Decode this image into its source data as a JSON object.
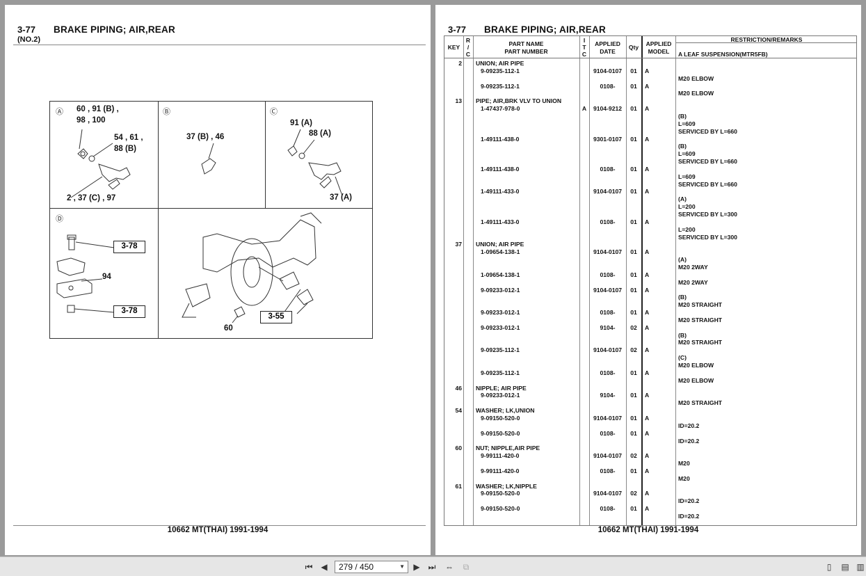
{
  "document": {
    "section_code": "3-77",
    "section_title": "BRAKE PIPING; AIR,REAR",
    "sub_title": "(NO.2)",
    "footer": "10662 MT(THAI) 1991-1994"
  },
  "diagram": {
    "cell_labels": [
      "Ⓐ",
      "Ⓑ",
      "Ⓒ",
      "Ⓓ"
    ],
    "callouts": {
      "a1": "60 , 91 (B) ,",
      "a2": "98 , 100",
      "a3": "54 , 61 ,",
      "a4": "88 (B)",
      "a5": "2 , 37 (C) , 97",
      "b1": "37 (B) , 46",
      "c1": "91 (A)",
      "c2": "88 (A)",
      "c3": "37 (A)",
      "d1": "94",
      "main1": "60"
    },
    "ref_boxes": {
      "d_top": "3-78",
      "d_bottom": "3-78",
      "main": "3-55"
    }
  },
  "table": {
    "headers": {
      "key": "KEY",
      "rc": [
        "R",
        "/",
        "C"
      ],
      "part_name": "PART NAME",
      "part_number": "PART NUMBER",
      "itc": [
        "I",
        "T",
        "C"
      ],
      "applied_date": [
        "APPLIED",
        "DATE"
      ],
      "qty": "Qty",
      "applied_model": [
        "APPLIED",
        "MODEL"
      ],
      "remarks": "RESTRICTION/REMARKS",
      "remarks_sub": "A LEAF SUSPENSION(MTR5FB)"
    },
    "rows": [
      {
        "key": "2",
        "part": "UNION; AIR PIPE"
      },
      {
        "part": "9-09235-112-1",
        "date": "9104-0107",
        "qty": "01",
        "model": "A"
      },
      {
        "remark": "M20 ELBOW"
      },
      {
        "part": "9-09235-112-1",
        "date": "0108-",
        "qty": "01",
        "model": "A"
      },
      {
        "remark": "M20 ELBOW"
      },
      {
        "key": "13",
        "part": "PIPE; AIR,BRK VLV TO UNION"
      },
      {
        "part": "1-47437-978-0",
        "itc": "A",
        "date": "9104-9212",
        "qty": "01",
        "model": "A"
      },
      {
        "remark": "(B)"
      },
      {
        "remark": "L=609"
      },
      {
        "remark": "SERVICED BY L=660"
      },
      {
        "part": "1-49111-438-0",
        "date": "9301-0107",
        "qty": "01",
        "model": "A"
      },
      {
        "remark": "(B)"
      },
      {
        "remark": "L=609"
      },
      {
        "remark": "SERVICED BY L=660"
      },
      {
        "part": "1-49111-438-0",
        "date": "0108-",
        "qty": "01",
        "model": "A"
      },
      {
        "remark": "L=609"
      },
      {
        "remark": "SERVICED BY L=660"
      },
      {
        "part": "1-49111-433-0",
        "date": "9104-0107",
        "qty": "01",
        "model": "A"
      },
      {
        "remark": "(A)"
      },
      {
        "remark": "L=200"
      },
      {
        "remark": "SERVICED BY L=300"
      },
      {
        "part": "1-49111-433-0",
        "date": "0108-",
        "qty": "01",
        "model": "A"
      },
      {
        "remark": "L=200"
      },
      {
        "remark": "SERVICED BY L=300"
      },
      {
        "key": "37",
        "part": "UNION; AIR PIPE"
      },
      {
        "part": "1-09654-138-1",
        "date": "9104-0107",
        "qty": "01",
        "model": "A"
      },
      {
        "remark": "(A)"
      },
      {
        "remark": "M20 2WAY"
      },
      {
        "part": "1-09654-138-1",
        "date": "0108-",
        "qty": "01",
        "model": "A"
      },
      {
        "remark": "M20 2WAY"
      },
      {
        "part": "9-09233-012-1",
        "date": "9104-0107",
        "qty": "01",
        "model": "A"
      },
      {
        "remark": "(B)"
      },
      {
        "remark": "M20 STRAIGHT"
      },
      {
        "part": "9-09233-012-1",
        "date": "0108-",
        "qty": "01",
        "model": "A"
      },
      {
        "remark": "M20 STRAIGHT"
      },
      {
        "part": "9-09233-012-1",
        "date": "9104-",
        "qty": "02",
        "model": "A"
      },
      {
        "remark": "(B)"
      },
      {
        "remark": "M20 STRAIGHT"
      },
      {
        "part": "9-09235-112-1",
        "date": "9104-0107",
        "qty": "02",
        "model": "A"
      },
      {
        "remark": "(C)"
      },
      {
        "remark": "M20 ELBOW"
      },
      {
        "part": "9-09235-112-1",
        "date": "0108-",
        "qty": "01",
        "model": "A"
      },
      {
        "remark": "M20 ELBOW"
      },
      {
        "key": "46",
        "part": "NIPPLE; AIR PIPE"
      },
      {
        "part": "9-09233-012-1",
        "date": "9104-",
        "qty": "01",
        "model": "A"
      },
      {
        "remark": "M20 STRAIGHT"
      },
      {
        "key": "54",
        "part": "WASHER; LK,UNION"
      },
      {
        "part": "9-09150-520-0",
        "date": "9104-0107",
        "qty": "01",
        "model": "A"
      },
      {
        "remark": "ID=20.2"
      },
      {
        "part": "9-09150-520-0",
        "date": "0108-",
        "qty": "01",
        "model": "A"
      },
      {
        "remark": "ID=20.2"
      },
      {
        "key": "60",
        "part": "NUT; NIPPLE,AIR PIPE"
      },
      {
        "part": "9-99111-420-0",
        "date": "9104-0107",
        "qty": "02",
        "model": "A"
      },
      {
        "remark": "M20"
      },
      {
        "part": "9-99111-420-0",
        "date": "0108-",
        "qty": "01",
        "model": "A"
      },
      {
        "remark": "M20"
      },
      {
        "key": "61",
        "part": "WASHER; LK,NIPPLE"
      },
      {
        "part": "9-09150-520-0",
        "date": "9104-0107",
        "qty": "02",
        "model": "A"
      },
      {
        "remark": "ID=20.2"
      },
      {
        "part": "9-09150-520-0",
        "date": "0108-",
        "qty": "01",
        "model": "A"
      },
      {
        "remark": "ID=20.2"
      }
    ]
  },
  "toolbar": {
    "page_indicator": "279 / 450",
    "icons": [
      "first-page-icon",
      "prev-page-icon",
      "next-page-icon",
      "last-page-icon",
      "fit-width-icon",
      "fit-page-icon",
      "single-page-icon",
      "continuous-page-icon",
      "two-page-icon"
    ]
  }
}
